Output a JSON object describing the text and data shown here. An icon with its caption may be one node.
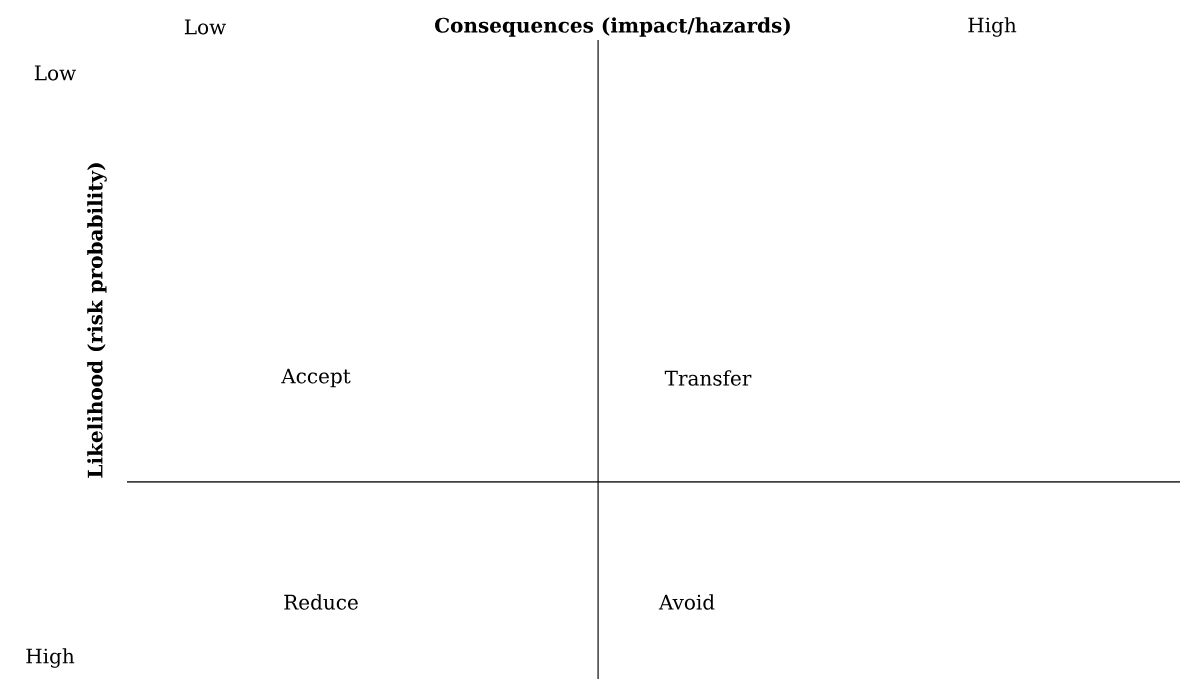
{
  "diagram": {
    "labels": [
      "Low",
      "Consequences (impact/hazards)",
      "High",
      "Low",
      "Likelihood (risk probability)",
      "Accept",
      "Transfer",
      "Reduce",
      "Avoid",
      "High"
    ]
  }
}
